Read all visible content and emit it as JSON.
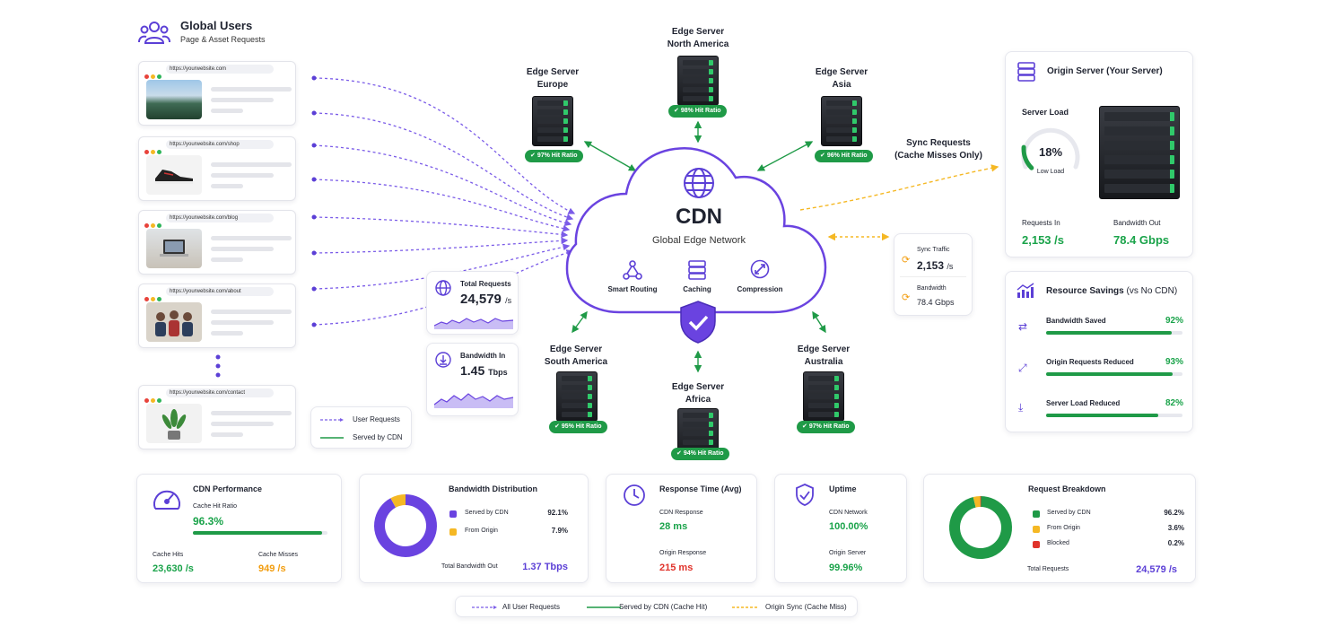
{
  "users": {
    "title": "Global Users",
    "subtitle": "Page & Asset Requests",
    "browsers": [
      {
        "url": "https://yourwebsite.com"
      },
      {
        "url": "https://yourwebsite.com/shop"
      },
      {
        "url": "https://yourwebsite.com/blog"
      },
      {
        "url": "https://yourwebsite.com/about"
      },
      {
        "url": "https://yourwebsite.com/contact"
      }
    ]
  },
  "legend_small": {
    "user_requests": "User Requests",
    "served_by_cdn": "Served by CDN"
  },
  "total_requests": {
    "label": "Total Requests",
    "value": "24,579",
    "unit": "/s"
  },
  "bandwidth_in": {
    "label": "Bandwidth In",
    "value": "1.45",
    "unit": "Tbps"
  },
  "cdn": {
    "title": "CDN",
    "subtitle": "Global Edge Network",
    "features": [
      "Smart Routing",
      "Caching",
      "Compression"
    ]
  },
  "edges": {
    "north_america": {
      "line1": "Edge Server",
      "line2": "North America",
      "badge": "98% Hit Ratio"
    },
    "europe": {
      "line1": "Edge Server",
      "line2": "Europe",
      "badge": "97% Hit Ratio"
    },
    "asia": {
      "line1": "Edge Server",
      "line2": "Asia",
      "badge": "96% Hit Ratio"
    },
    "south_america": {
      "line1": "Edge Server",
      "line2": "South America",
      "badge": "95% Hit Ratio"
    },
    "africa": {
      "line1": "Edge Server",
      "line2": "Africa",
      "badge": "94% Hit Ratio"
    },
    "australia": {
      "line1": "Edge Server",
      "line2": "Australia",
      "badge": "97% Hit Ratio"
    }
  },
  "sync": {
    "line1": "Sync Requests",
    "line2": "(Cache Misses Only)",
    "traffic_label": "Sync Traffic",
    "traffic_value": "2,153",
    "traffic_unit": "/s",
    "bw_label": "Bandwidth",
    "bw_value": "78.4 Gbps"
  },
  "origin": {
    "title": "Origin Server (Your Server)",
    "load_label": "Server Load",
    "load_value": "18%",
    "load_fraction": 0.18,
    "load_status": "Low Load",
    "req_label": "Requests In",
    "req_value": "2,153 /s",
    "bw_label": "Bandwidth Out",
    "bw_value": "78.4 Gbps"
  },
  "savings": {
    "title": "Resource Savings",
    "title_suffix": "(vs No CDN)",
    "items": [
      {
        "label": "Bandwidth Saved",
        "value": "92%",
        "fraction": 0.92
      },
      {
        "label": "Origin Requests Reduced",
        "value": "93%",
        "fraction": 0.93
      },
      {
        "label": "Server Load Reduced",
        "value": "82%",
        "fraction": 0.82
      }
    ]
  },
  "perf": {
    "title": "CDN Performance",
    "ratio_label": "Cache Hit Ratio",
    "ratio_value": "96.3%",
    "ratio_fraction": 0.963,
    "hits_label": "Cache Hits",
    "hits_value": "23,630",
    "hits_unit": "/s",
    "miss_label": "Cache Misses",
    "miss_value": "949",
    "miss_unit": "/s"
  },
  "bwdist": {
    "title": "Bandwidth Distribution",
    "items": [
      {
        "label": "Served by CDN",
        "value": "92.1%",
        "fraction": 0.921,
        "color": "#6a43e0"
      },
      {
        "label": "From Origin",
        "value": "7.9%",
        "fraction": 0.079,
        "color": "#f5b824"
      }
    ],
    "total_label": "Total Bandwidth Out",
    "total_value": "1.37 Tbps"
  },
  "response": {
    "title": "Response Time (Avg)",
    "cdn_label": "CDN Response",
    "cdn_value": "28 ms",
    "origin_label": "Origin Response",
    "origin_value": "215 ms"
  },
  "uptime": {
    "title": "Uptime",
    "cdn_label": "CDN Network",
    "cdn_value": "100.00%",
    "origin_label": "Origin Server",
    "origin_value": "99.96%"
  },
  "breakdown": {
    "title": "Request Breakdown",
    "items": [
      {
        "label": "Served by CDN",
        "value": "96.2%",
        "fraction": 0.962,
        "color": "#1f9a47"
      },
      {
        "label": "From Origin",
        "value": "3.6%",
        "fraction": 0.036,
        "color": "#f5b824"
      },
      {
        "label": "Blocked",
        "value": "0.2%",
        "fraction": 0.002,
        "color": "#e0332b"
      }
    ],
    "total_label": "Total Requests",
    "total_value": "24,579 /s"
  },
  "legend": {
    "all": "All User Requests",
    "cdn": "Served by CDN (Cache Hit)",
    "origin": "Origin Sync (Cache Miss)"
  },
  "colors": {
    "purple": "#5b3fd6",
    "green": "#1f9a47",
    "orange": "#f5b824",
    "red": "#e0332b"
  }
}
